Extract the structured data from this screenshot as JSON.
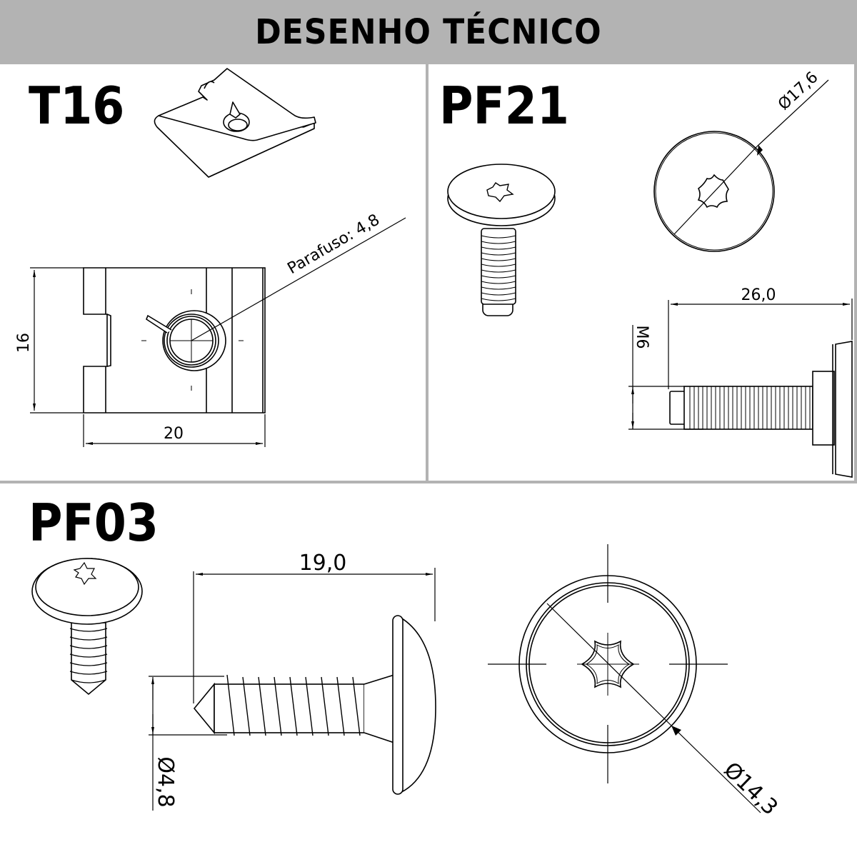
{
  "header": {
    "title": "DESENHO TÉCNICO",
    "background": "#b3b3b3"
  },
  "parts": [
    {
      "code": "T16",
      "type": "clip-nut",
      "dimensions": {
        "height": "16",
        "width": "20",
        "screw": "Parafuso: 4,8"
      }
    },
    {
      "code": "PF21",
      "type": "torx-bolt",
      "dimensions": {
        "head_diameter": "Ø17,6",
        "length": "26,0",
        "thread": "M6"
      }
    },
    {
      "code": "PF03",
      "type": "torx-self-tapping-screw",
      "dimensions": {
        "length": "19,0",
        "shank_diameter": "Ø4,8",
        "head_diameter": "Ø14,3"
      }
    }
  ]
}
